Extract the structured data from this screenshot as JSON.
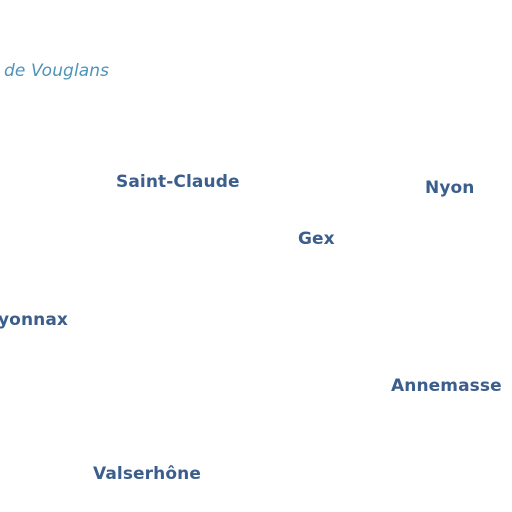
{
  "map": {
    "colors": {
      "background": "#ffffff",
      "place_label": "#3b5e8c",
      "water_label": "#4f93b8"
    },
    "water_labels": {
      "vouglans": "de Vouglans"
    },
    "place_labels": {
      "saint_claude": "Saint-Claude",
      "nyon": "Nyon",
      "gex": "Gex",
      "oyonnax": "yonnax",
      "annemasse": "Annemasse",
      "valserhone": "Valserhône"
    }
  }
}
